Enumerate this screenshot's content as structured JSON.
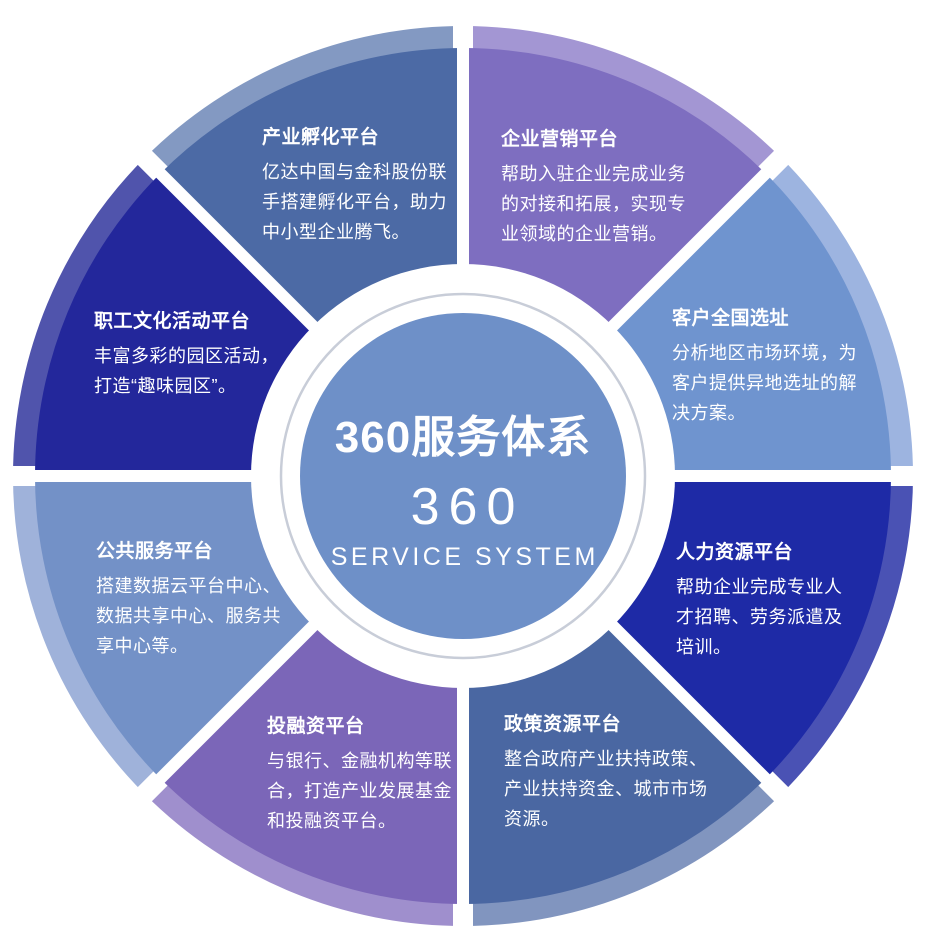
{
  "palette": {
    "background": "#ffffff",
    "gap": "#ffffff",
    "text": "#ffffff"
  },
  "center": {
    "title": "360服务体系",
    "number": "360",
    "subtitle": "SERVICE SYSTEM",
    "disc_color": "#6e90c8",
    "ring_color": "#c8cdd8",
    "white_ring_color": "#ffffff"
  },
  "sectors": [
    {
      "title": "产业孵化平台",
      "lines": [
        "亿达中国与金科股份联",
        "手搭建孵化平台，助力",
        "中小型企业腾飞。"
      ],
      "main": "#4c6aa5",
      "rim": "#8399c2"
    },
    {
      "title": "企业营销平台",
      "lines": [
        "帮助入驻企业完成业务",
        "的对接和拓展，实现专",
        "业领域的企业营销。"
      ],
      "main": "#7e6ec0",
      "rim": "#a396d3"
    },
    {
      "title": "客户全国选址",
      "lines": [
        "分析地区市场环境，为",
        "客户提供异地选址的解",
        "决方案。"
      ],
      "main": "#6f94cf",
      "rim": "#9db4e0"
    },
    {
      "title": "人力资源平台",
      "lines": [
        "帮助企业完成专业人",
        "才招聘、劳务派遣及",
        "培训。"
      ],
      "main": "#1e2aa6",
      "rim": "#4a52b4"
    },
    {
      "title": "政策资源平台",
      "lines": [
        "整合政府产业扶持政策、",
        "产业扶持资金、城市市场",
        "资源。"
      ],
      "main": "#4a67a2",
      "rim": "#8195bf"
    },
    {
      "title": "投融资平台",
      "lines": [
        "与银行、金融机构等联",
        "合，打造产业发展基金",
        "和投融资平台。"
      ],
      "main": "#7b66b8",
      "rim": "#9f8fcd"
    },
    {
      "title": "公共服务平台",
      "lines": [
        "搭建数据云平台中心、",
        "数据共享中心、服务共",
        "享中心等。"
      ],
      "main": "#7391c7",
      "rim": "#9fb2da"
    },
    {
      "title": "职工文化活动平台",
      "lines": [
        "丰富多彩的园区活动，",
        "打造“趣味园区”。"
      ],
      "main": "#23279b",
      "rim": "#5054ac"
    }
  ]
}
